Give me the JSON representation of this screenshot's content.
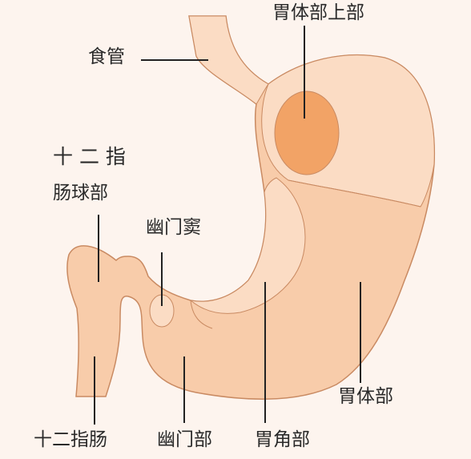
{
  "labels": {
    "esophagus": "食管",
    "upper_body": "胃体部上部",
    "duodenal_bulb_line1": "十 二 指",
    "duodenal_bulb_line2": "肠球部",
    "pyloric_antrum": "幽门窦",
    "duodenum": "十二指肠",
    "pylorus": "幽门部",
    "angular": "胃角部",
    "body": "胃体部"
  },
  "colors": {
    "background": "#fdf4ee",
    "stomach_fill": "#f8ccaa",
    "stomach_light": "#fbdcc4",
    "stomach_outline": "#c98a62",
    "gastric_spot": "#f2a366",
    "leader_line": "#222222"
  }
}
